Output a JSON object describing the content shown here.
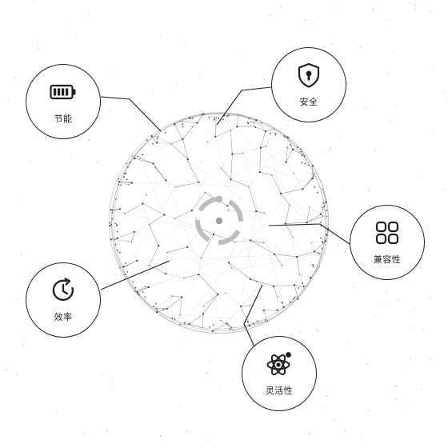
{
  "features": [
    {
      "id": "battery",
      "label": "节能",
      "icon": "battery-icon"
    },
    {
      "id": "shield",
      "label": "安全",
      "icon": "shield-lock-icon"
    },
    {
      "id": "grid",
      "label": "兼容性",
      "icon": "four-squares-icon"
    },
    {
      "id": "clock",
      "label": "效率",
      "icon": "clock-refresh-icon"
    },
    {
      "id": "atom",
      "label": "灵活性",
      "icon": "atom-icon"
    }
  ],
  "colors": {
    "line": "#1e1e1e",
    "mesh": "#9a9a9a",
    "center_mark": "#bdbdbd",
    "node_border": "#1e1e1e"
  }
}
